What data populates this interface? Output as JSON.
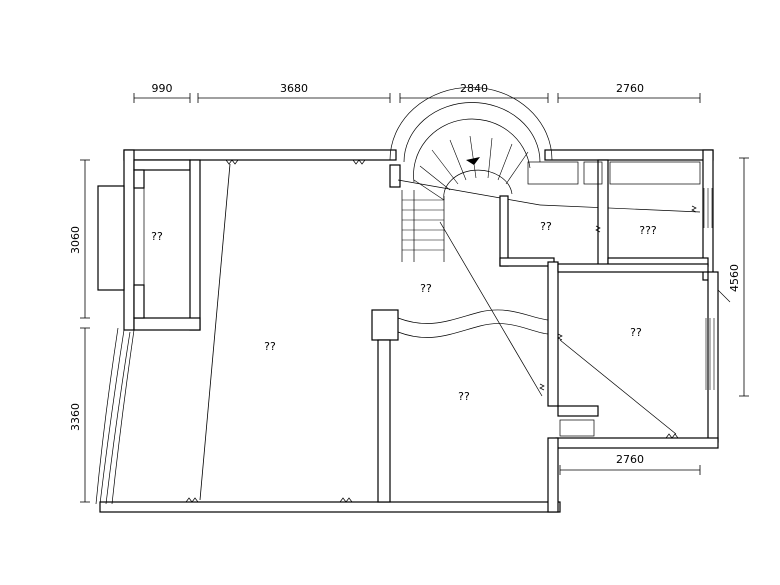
{
  "plan": {
    "dimensions": {
      "top": [
        "990",
        "3680",
        "2840",
        "2760"
      ],
      "left": [
        "3060",
        "3360"
      ],
      "right": [
        "4560"
      ],
      "inner_bottom": [
        "2760"
      ]
    },
    "room_labels": {
      "left_room": "??",
      "main_room": "??",
      "hall": "??",
      "lower_room": "??",
      "small_room_a": "??",
      "small_room_b": "???",
      "right_room": "??"
    }
  }
}
